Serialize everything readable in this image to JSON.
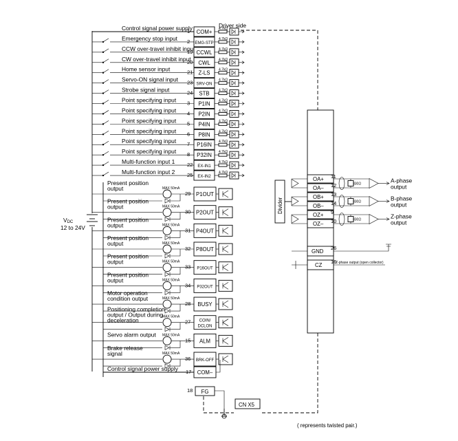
{
  "driver_side_label": "Driver side",
  "power_supply": {
    "vdc_label": "V",
    "vdc_sub": "DC",
    "range_label": "12 to 24V"
  },
  "resistor_label": "4.7kΩ",
  "max_current_label": "MAX 50mA",
  "inputs": [
    {
      "label": "Control signal power supply",
      "pin": "1",
      "signal": "COM+"
    },
    {
      "label": "Emergency stop input",
      "pin": "2",
      "signal": "EMG-STP"
    },
    {
      "label": "CCW over-travel inhibit input",
      "pin": "19",
      "signal": "CCWL"
    },
    {
      "label": "CW over-travel inhibit input",
      "pin": "20",
      "signal": "CWL"
    },
    {
      "label": "Home sensor input",
      "pin": "21",
      "signal": "Z-LS"
    },
    {
      "label": "Servo-ON signal input",
      "pin": "23",
      "signal": "SRV-ON"
    },
    {
      "label": "Strobe signal input",
      "pin": "24",
      "signal": "STB"
    },
    {
      "label": "Point specifying input",
      "pin": "3",
      "signal": "P1IN"
    },
    {
      "label": "Point specifying input",
      "pin": "4",
      "signal": "P2IN"
    },
    {
      "label": "Point specifying input",
      "pin": "5",
      "signal": "P4IN"
    },
    {
      "label": "Point specifying input",
      "pin": "6",
      "signal": "P8IN"
    },
    {
      "label": "Point specifying input",
      "pin": "7",
      "signal": "P16IN"
    },
    {
      "label": "Point specifying input",
      "pin": "8",
      "signal": "P32IN"
    },
    {
      "label": "Multi-function input 1",
      "pin": "22",
      "signal": "EX-IN1"
    },
    {
      "label": "Multi-function input 2",
      "pin": "25",
      "signal": "EX-IN2"
    }
  ],
  "outputs": [
    {
      "label1": "Present position",
      "label2": "output",
      "pin": "29",
      "signal": "P1OUT"
    },
    {
      "label1": "Present position",
      "label2": "output",
      "pin": "30",
      "signal": "P2OUT"
    },
    {
      "label1": "Present position",
      "label2": "output",
      "pin": "31",
      "signal": "P4OUT"
    },
    {
      "label1": "Present position",
      "label2": "output",
      "pin": "32",
      "signal": "P8OUT"
    },
    {
      "label1": "Present position",
      "label2": "output",
      "pin": "33",
      "signal": "P16OUT"
    },
    {
      "label1": "Present position",
      "label2": "output",
      "pin": "34",
      "signal": "P32OUT"
    },
    {
      "label1": "Motor operation",
      "label2": "condition output",
      "pin": "28",
      "signal": "BUSY"
    },
    {
      "label1": "Positioning completion",
      "label2": "output / Output during",
      "label3": "deceleration",
      "pin": "27",
      "signal": "COIN/",
      "signal2": "DCLON"
    },
    {
      "label1": "Servo alarm output",
      "pin": "15",
      "signal": "ALM"
    },
    {
      "label1": "Brake release",
      "label2": "signal",
      "pin": "36",
      "signal": "BRK-OFF"
    }
  ],
  "common": {
    "label": "Control signal power supply",
    "pin": "17",
    "signal": "COM–"
  },
  "fg": {
    "pin": "18",
    "signal": "FG"
  },
  "connector_label": "CN X5",
  "divider_label": "Divider",
  "encoder_outputs": [
    {
      "signal": "OA+",
      "pin": "11"
    },
    {
      "signal": "OA–",
      "pin": "12"
    },
    {
      "signal": "OB+",
      "pin": "13"
    },
    {
      "signal": "OB–",
      "pin": "14"
    },
    {
      "signal": "OZ+",
      "pin": "9"
    },
    {
      "signal": "OZ–",
      "pin": "10"
    }
  ],
  "termination_resistor": "330Ω",
  "phase_outputs": [
    {
      "line1": "A-phase",
      "line2": "output"
    },
    {
      "line1": "B-phase",
      "line2": "output"
    },
    {
      "line1": "Z-phase",
      "line2": "output"
    }
  ],
  "gnd": {
    "signal": "GND",
    "pin": "26"
  },
  "cz": {
    "signal": "CZ",
    "pin": "16",
    "note": "Z-phase output (open collector)"
  },
  "footnote": "( represents twisted pair.)"
}
